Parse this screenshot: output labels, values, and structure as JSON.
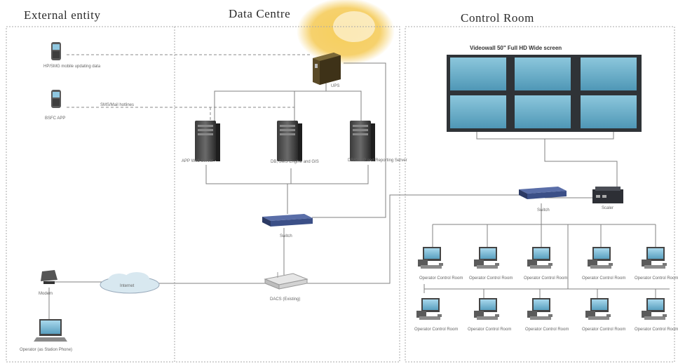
{
  "sections": {
    "external": "External entity",
    "datacentre": "Data Centre",
    "control": "Control Room"
  },
  "labels": {
    "mobile_update": "HP/SMG mobile updating data",
    "bsfc_app": "BSFC APP",
    "sms_hotline": "SMS/Mail hotlines",
    "ups": "UPS",
    "app_server": "APP Web Server",
    "db_server": "DB, SMS Engine and GIS",
    "olap_server": "DB/OLAP and Reporting Server",
    "dc_switch": "Switch",
    "internet": "Internet",
    "router": "DACS (Existing)",
    "modem": "Modem",
    "station_user": "Operator (as Station Phone)",
    "videowall": "Videowall 50\" Full HD Wide screen",
    "cr_switch": "Switch",
    "scaler": "Scaler",
    "operator": "Operator Control Room"
  },
  "colors": {
    "screen": "#5fa7c4",
    "bezel": "#2f3337",
    "switch": "#3b4f87",
    "logo": "#f3c23c"
  }
}
